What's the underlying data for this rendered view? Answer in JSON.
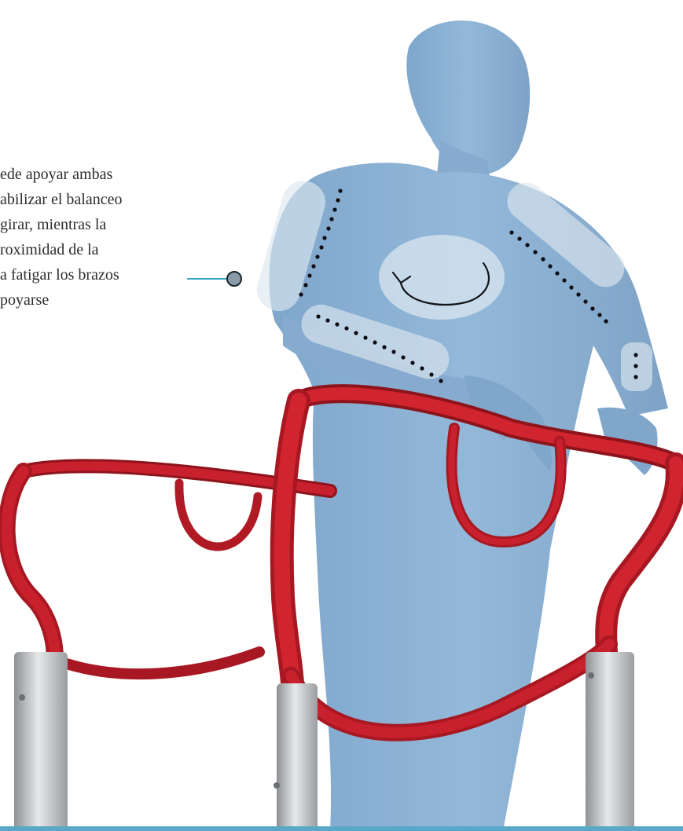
{
  "caption": {
    "lines": [
      "ede apoyar ambas",
      "abilizar el balanceo",
      "girar, mientras  la",
      "roximidad de la",
      "a fatigar los brazos",
      "poyarse"
    ]
  },
  "colors": {
    "figure": "#8fb4d6",
    "frame": "#c8202c",
    "leg": "#c9ccce",
    "callout": "#3aa6c6",
    "callout_dot": "#8a9aa8",
    "highlight": "#dbe7f0",
    "dots": "#0c0c14"
  },
  "icons": {
    "rotation": "rotation-arrow-icon",
    "callout": "callout-dot-icon"
  }
}
